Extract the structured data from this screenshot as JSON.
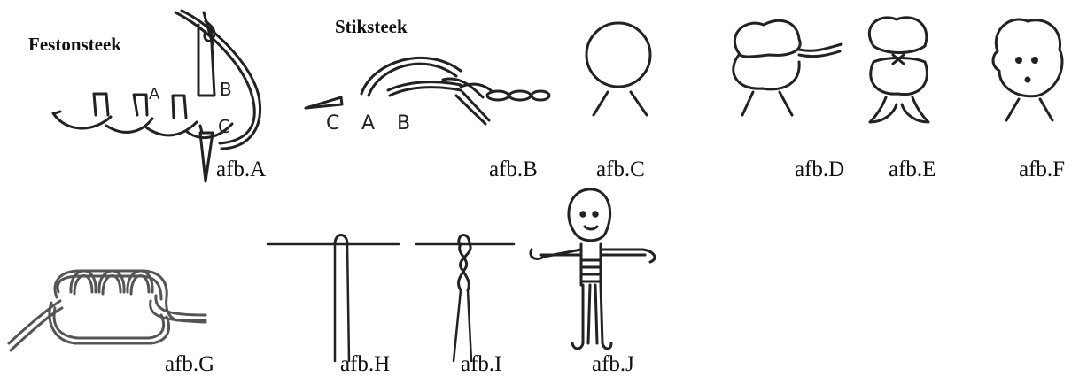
{
  "titles": {
    "festonsteek": "Festonsteek",
    "stiksteek": "Stiksteek"
  },
  "letters": {
    "a_b": "B",
    "a_c": "C",
    "a_a": "A",
    "b_c": "C",
    "b_a": "A",
    "b_b": "B"
  },
  "captions": {
    "A": "afb.A",
    "B": "afb.B",
    "C": "afb.C",
    "D": "afb.D",
    "E": "afb.E",
    "F": "afb.F",
    "G": "afb.G",
    "H": "afb.H",
    "I": "afb.I",
    "J": "afb.J"
  },
  "colors": {
    "ink": "#222222",
    "thread": "#555555"
  }
}
